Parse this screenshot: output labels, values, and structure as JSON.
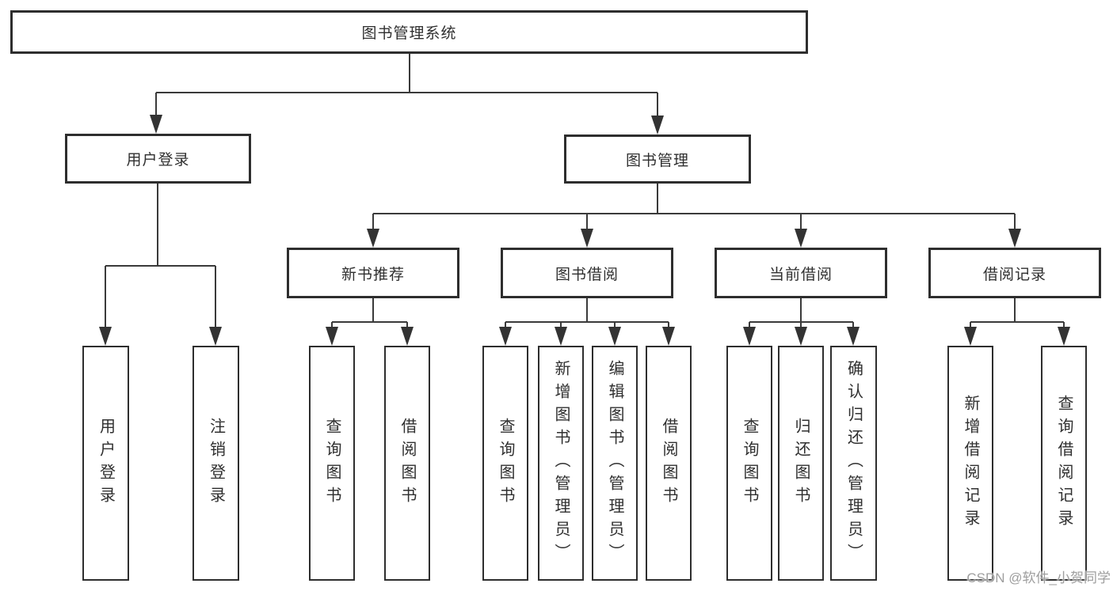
{
  "diagram": {
    "title": "图书管理系统",
    "tree": {
      "label": "图书管理系统",
      "children": [
        {
          "label": "用户登录",
          "children": [
            {
              "label": "用户登录"
            },
            {
              "label": "注销登录"
            }
          ]
        },
        {
          "label": "图书管理",
          "children": [
            {
              "label": "新书推荐",
              "children": [
                {
                  "label": "查询图书"
                },
                {
                  "label": "借阅图书"
                }
              ]
            },
            {
              "label": "图书借阅",
              "children": [
                {
                  "label": "查询图书"
                },
                {
                  "label": "新增图书（管理员）"
                },
                {
                  "label": "编辑图书（管理员）"
                },
                {
                  "label": "借阅图书"
                }
              ]
            },
            {
              "label": "当前借阅",
              "children": [
                {
                  "label": "查询图书"
                },
                {
                  "label": "归还图书"
                },
                {
                  "label": "确认归还（管理员）"
                }
              ]
            },
            {
              "label": "借阅记录",
              "children": [
                {
                  "label": "新增借阅记录"
                },
                {
                  "label": "查询借阅记录"
                }
              ]
            }
          ]
        }
      ]
    },
    "watermark": "CSDN @软件_小贺同学",
    "colors": {
      "line": "#3a3a3a",
      "border": "#2e2e2e",
      "text": "#2f2f2f",
      "watermark_text": "#9e9e9e",
      "background": "#ffffff"
    }
  }
}
